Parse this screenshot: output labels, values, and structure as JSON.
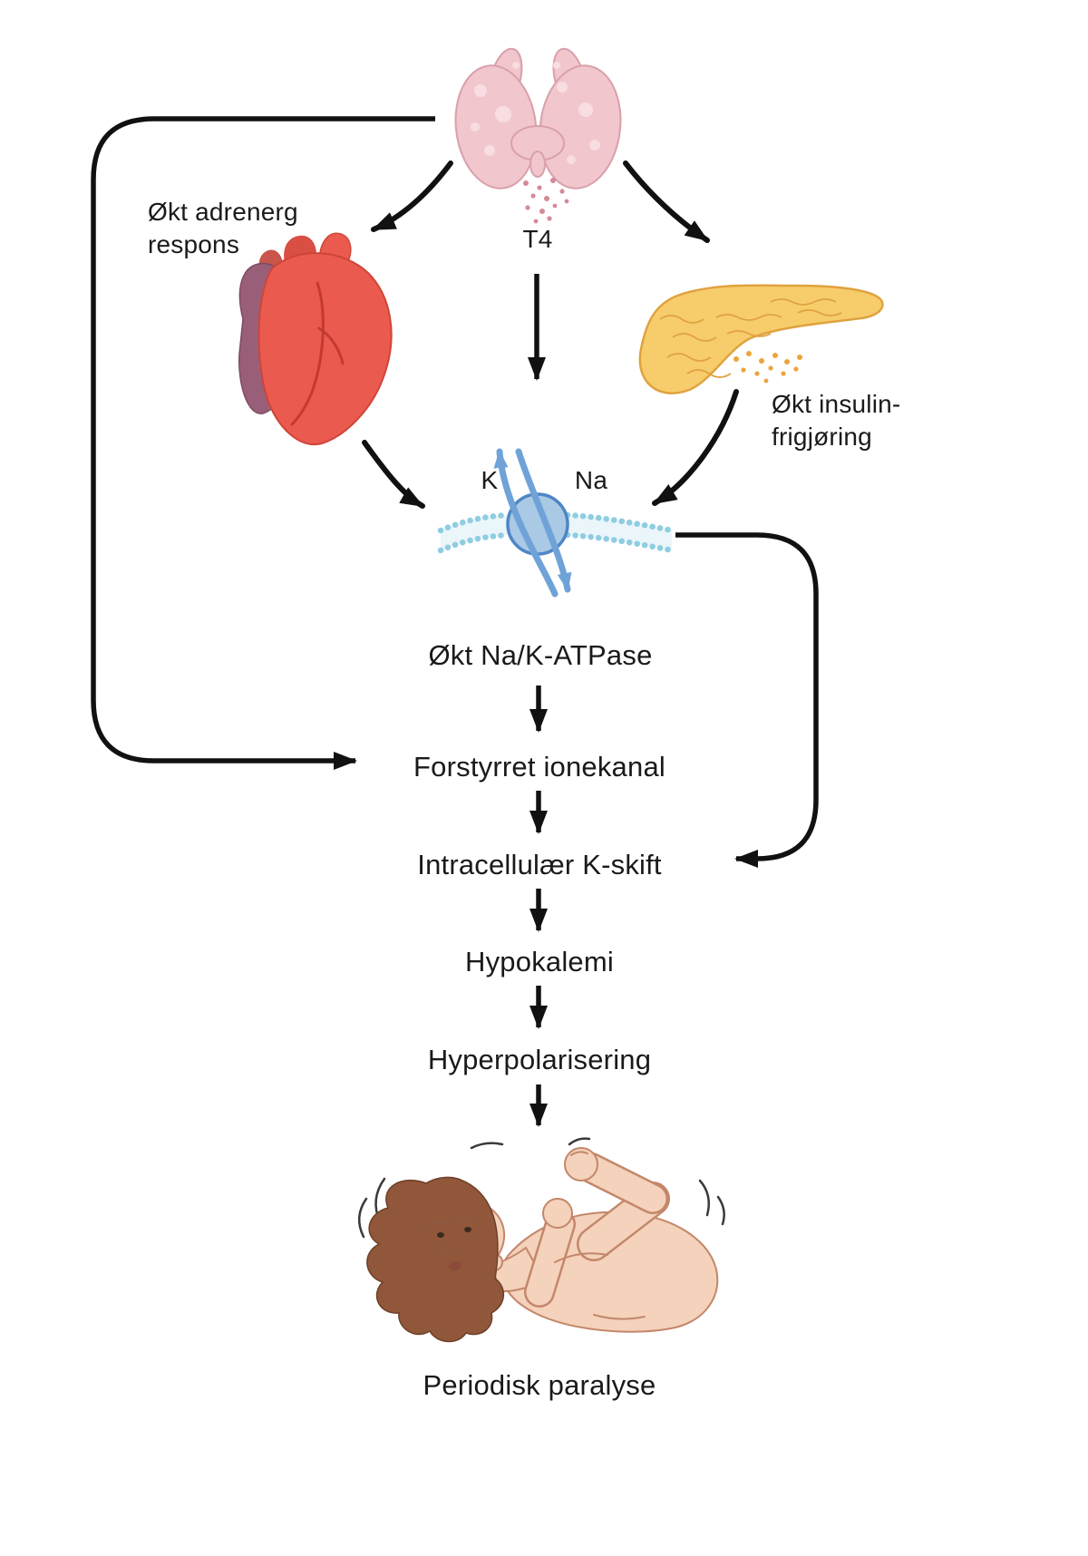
{
  "diagram": {
    "labels": {
      "t4": "T4",
      "adrenergic": "Økt adrenerg\nrespons",
      "insulin": "Økt insulin-\nfrigjøring",
      "k": "K",
      "na": "Na",
      "pump": "Økt Na/K-ATPase",
      "final": "Periodisk paralyse"
    },
    "flow_steps": [
      "Forstyrret ionekanal",
      "Intracellulær K-skift",
      "Hypokalemi",
      "Hyperpolarisering"
    ],
    "illustrations": [
      "thyroid-gland",
      "heart",
      "pancreas",
      "na-k-atpase-pump",
      "lying-person-paralysis"
    ],
    "colors": {
      "ink": "#1a1a1a",
      "arrow": "#111111",
      "thyroid-pink": "#f1c6cd",
      "thyroid-spot": "#f8dde2",
      "thyroid-outline": "#d9a0ac",
      "secretion-pink": "#d48a97",
      "heart-red": "#ea5a4e",
      "heart-dark": "#cf4539",
      "heart-purple": "#9a5f78",
      "pancreas-yellow": "#f7cd6b",
      "pancreas-outline": "#e0a23f",
      "pancreas-dot": "#eda43c",
      "pump-fill": "#a9c9e5",
      "pump-stroke": "#4f86c6",
      "pump-arrow": "#6fa3d8",
      "membrane": "#8fcde2",
      "skin": "#f4d2bc",
      "skin-outline": "#c4876a",
      "hair": "#90573a"
    }
  }
}
